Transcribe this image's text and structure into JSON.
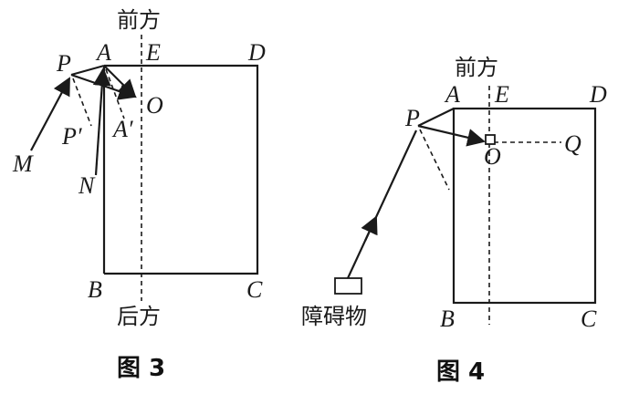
{
  "figure3": {
    "caption": "图 3",
    "front": "前方",
    "back": "后方",
    "points": {
      "P": "P",
      "A": "A",
      "E": "E",
      "D": "D",
      "O": "O",
      "P_prime": "P′",
      "A_prime": "A′",
      "M": "M",
      "N": "N",
      "B": "B",
      "C": "C"
    }
  },
  "figure4": {
    "caption": "图 4",
    "front": "前方",
    "obstacle": "障碍物",
    "points": {
      "P": "P",
      "A": "A",
      "E": "E",
      "D": "D",
      "O": "O",
      "Q": "Q",
      "B": "B",
      "C": "C"
    }
  }
}
